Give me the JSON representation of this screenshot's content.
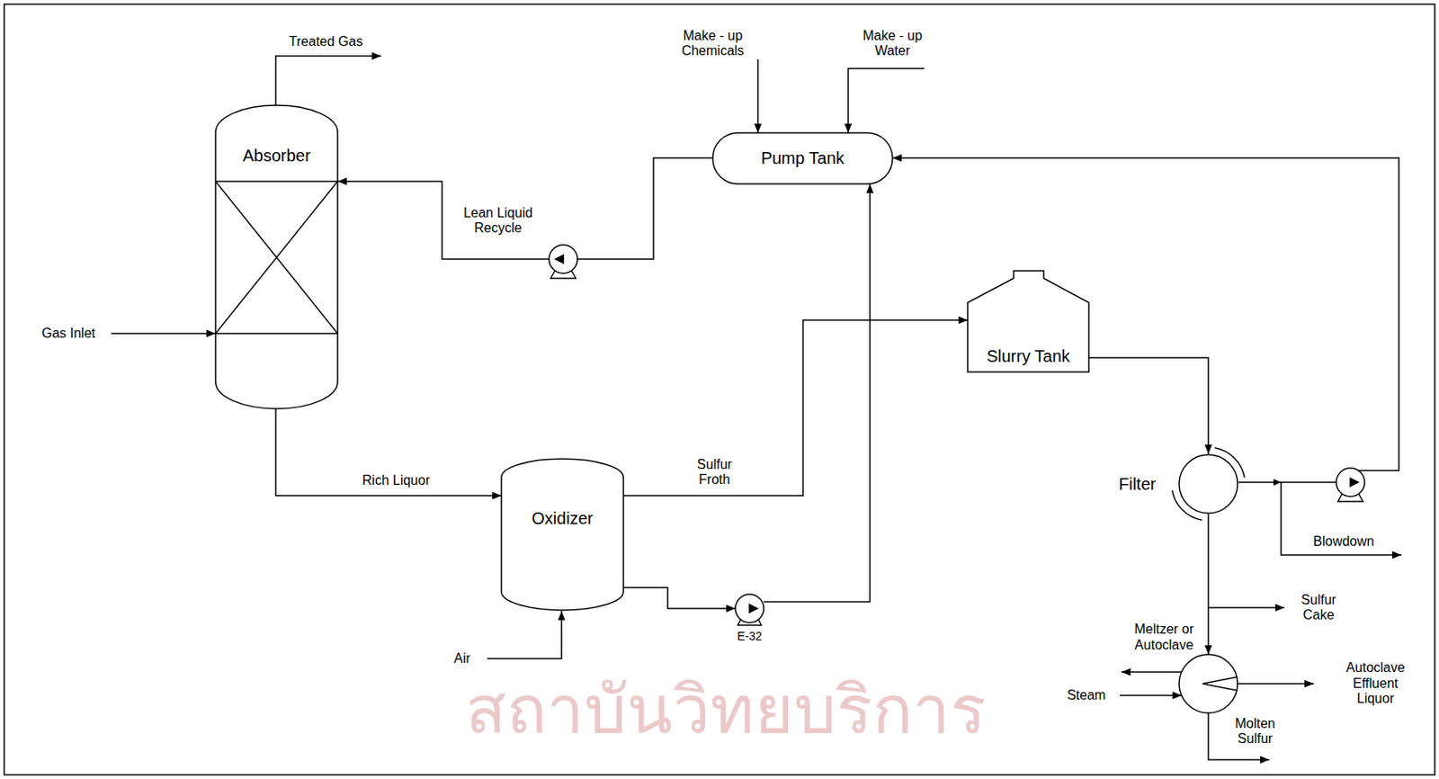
{
  "diagram": {
    "nodes": [
      {
        "text": [
          "Absorber"
        ]
      },
      {
        "text": [
          "Pump Tank"
        ]
      },
      {
        "text": [
          "Slurry Tank"
        ]
      },
      {
        "text": [
          "Oxidizer"
        ]
      },
      {
        "text": [
          "Filter"
        ]
      },
      {
        "text": [
          "E-32"
        ]
      },
      {
        "text": [
          "Meltzer or Autoclave"
        ]
      }
    ],
    "edges": [
      {
        "from": 1,
        "to": 0,
        "arrow": "to",
        "label": "Lean Liquid Recycle"
      },
      {
        "from": 0,
        "to": 3,
        "arrow": "to",
        "label": "Rich Liquor"
      },
      {
        "from": 3,
        "to": 2,
        "arrow": "to",
        "label": "Sulfur Froth"
      },
      {
        "from": 3,
        "to": 5,
        "arrow": "to"
      },
      {
        "from": 5,
        "to": 1,
        "arrow": "to"
      },
      {
        "from": 2,
        "to": 4,
        "arrow": "to"
      },
      {
        "from": 4,
        "to": 1,
        "arrow": "to"
      },
      {
        "from": 4,
        "to": 6,
        "arrow": "to"
      }
    ],
    "labels": [
      "Treated Gas",
      "Make - up Chemicals",
      "Make - up Water",
      "Gas Inlet",
      "Air",
      "Blowdown",
      "Sulfur Cake",
      "Steam",
      "Autoclave Effluent Liquor",
      "Molten Sulfur",
      "สถาบันวิทยบริการ"
    ]
  }
}
